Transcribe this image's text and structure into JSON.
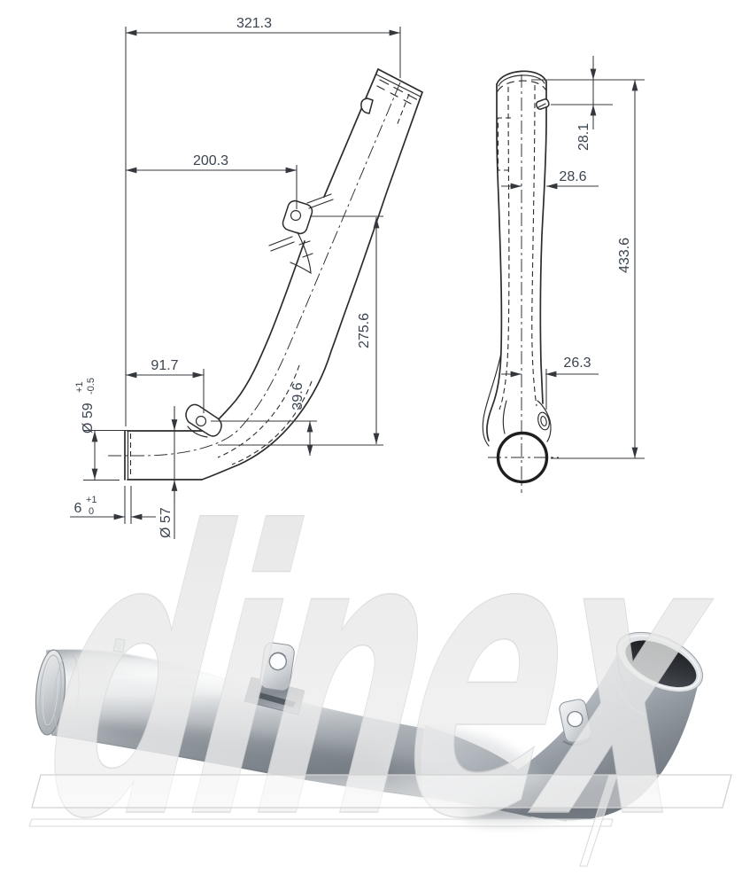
{
  "drawing": {
    "front_view": {
      "total_width": "321.3",
      "bracket_offset": "200.3",
      "upper_height": "275.6",
      "inlet_offset": "91.7",
      "bend_height": "39.6",
      "inlet_diameter": "Ø 59",
      "inlet_diameter_tol_plus": "+1",
      "inlet_diameter_tol_minus": "-0.5",
      "lip_length": "6",
      "lip_tol_plus": "+1",
      "lip_tol_minus": "0",
      "pipe_diameter": "Ø 57"
    },
    "side_view": {
      "top_offset": "28.1",
      "top_radius": "28.6",
      "total_height": "433.6",
      "bottom_radius": "26.3"
    }
  },
  "watermark": {
    "text": "dinex"
  },
  "colors": {
    "line": "#2b2c2e",
    "dim_text": "#3a4450",
    "watermark_fill": "#e7e7e7",
    "metal_highlight": "#f2f3f4",
    "metal_shadow": "#6d747b",
    "background": "#ffffff"
  }
}
